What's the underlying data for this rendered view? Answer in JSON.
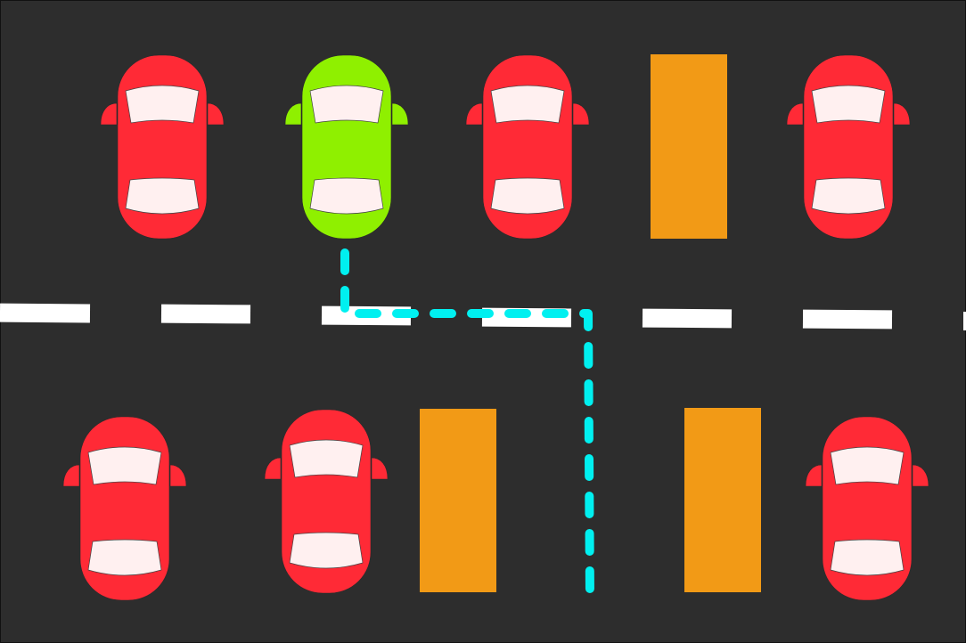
{
  "scene": {
    "type": "parking-lot-top-view",
    "colors": {
      "asphalt": "#2d2d2d",
      "border": "#111111",
      "lane_marking": "#ffffff",
      "car_red": "#ff2a36",
      "car_highlight": "#8ff000",
      "window": "#fff0f0",
      "obstacle": "#f29a16",
      "route": "#00f0f0"
    },
    "cars": [
      {
        "id": "top-1",
        "color": "red"
      },
      {
        "id": "top-2",
        "color": "green",
        "highlighted": true
      },
      {
        "id": "top-3",
        "color": "red"
      },
      {
        "id": "top-4",
        "color": "red"
      },
      {
        "id": "bottom-1",
        "color": "red"
      },
      {
        "id": "bottom-2",
        "color": "red"
      },
      {
        "id": "bottom-3",
        "color": "red"
      }
    ],
    "obstacles": [
      {
        "id": "top"
      },
      {
        "id": "bottom-left"
      },
      {
        "id": "bottom-right"
      }
    ],
    "route": {
      "style": "dashed",
      "color": "cyan"
    },
    "lane_divider": {
      "style": "dashed",
      "color": "white"
    }
  }
}
